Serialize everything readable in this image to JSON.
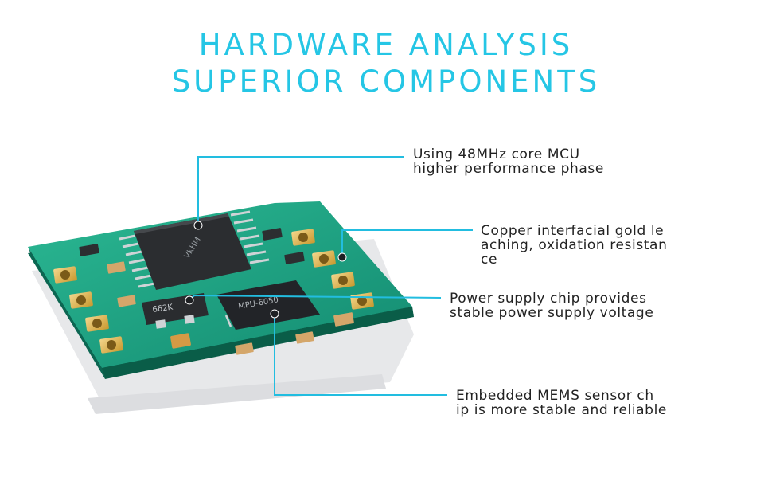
{
  "header": {
    "line1": "HARDWARE ANALYSIS",
    "line2": "SUPERIOR COMPONENTS"
  },
  "callouts": {
    "mcu": {
      "line1": "Using 48MHz core MCU",
      "line2": "higher performance phase"
    },
    "gold": {
      "line1": "Copper interfacial gold le",
      "line2": "aching, oxidation resistan",
      "line3": "ce"
    },
    "power": {
      "line1": "Power supply chip provides",
      "line2": "stable power supply voltage"
    },
    "mems": {
      "line1": "Embedded MEMS sensor ch",
      "line2": "ip is more stable and reliable"
    }
  },
  "board": {
    "mcu_marking": "VKHM",
    "imu_marking": "MPU-6050",
    "regulator_marking": "662K"
  },
  "colors": {
    "title": "#25c6e5",
    "board_green": "#1fa88a",
    "leader_line": "#22bde0"
  }
}
